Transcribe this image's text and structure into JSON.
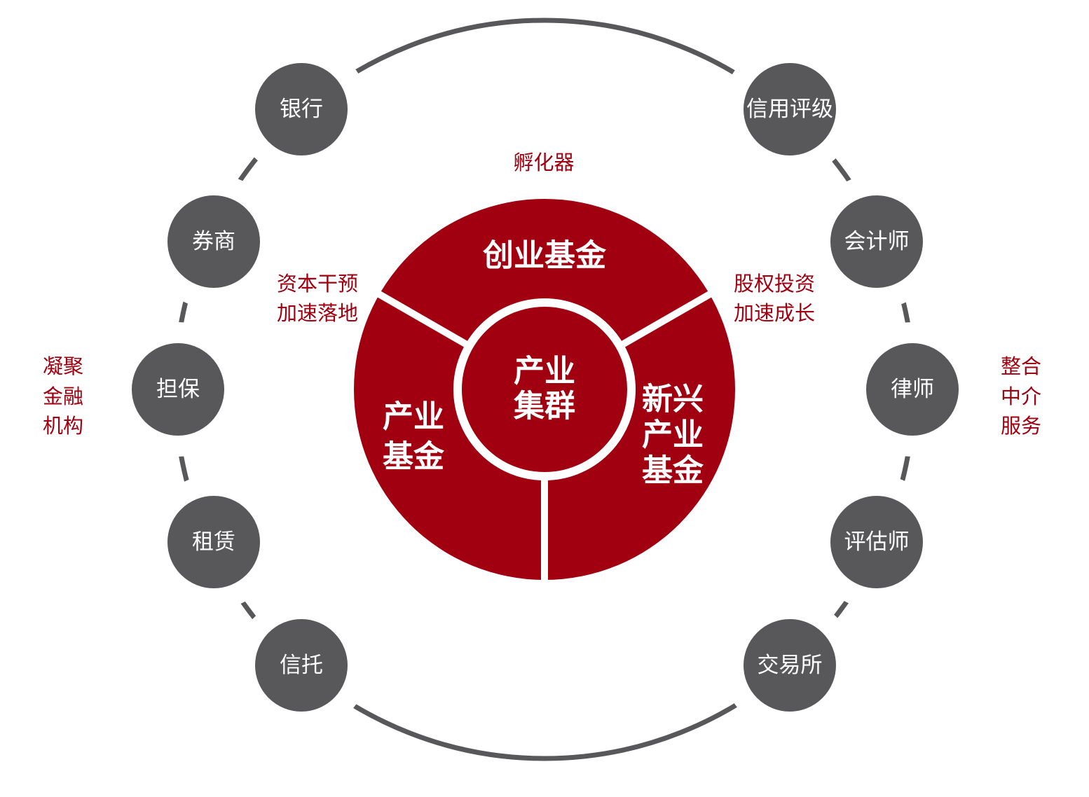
{
  "colors": {
    "accent_red": "#a0000f",
    "node_gray": "#58585a",
    "ring_gray": "#58585a"
  },
  "center": {
    "core": [
      "产业",
      "集群"
    ],
    "top_segment": "创业基金",
    "left_segment": [
      "产业",
      "基金"
    ],
    "right_segment": [
      "新兴",
      "产业",
      "基金"
    ]
  },
  "annotations": {
    "incubator": "孵化器",
    "left_inner": [
      "资本干预",
      "加速落地"
    ],
    "right_inner": [
      "股权投资",
      "加速成长"
    ],
    "left_outer": [
      "凝聚",
      "金融",
      "机构"
    ],
    "right_outer": [
      "整合",
      "中介",
      "服务"
    ]
  },
  "nodes": {
    "left": [
      "银行",
      "券商",
      "担保",
      "租赁",
      "信托"
    ],
    "right": [
      "信用评级",
      "会计师",
      "律师",
      "评估师",
      "交易所"
    ]
  }
}
